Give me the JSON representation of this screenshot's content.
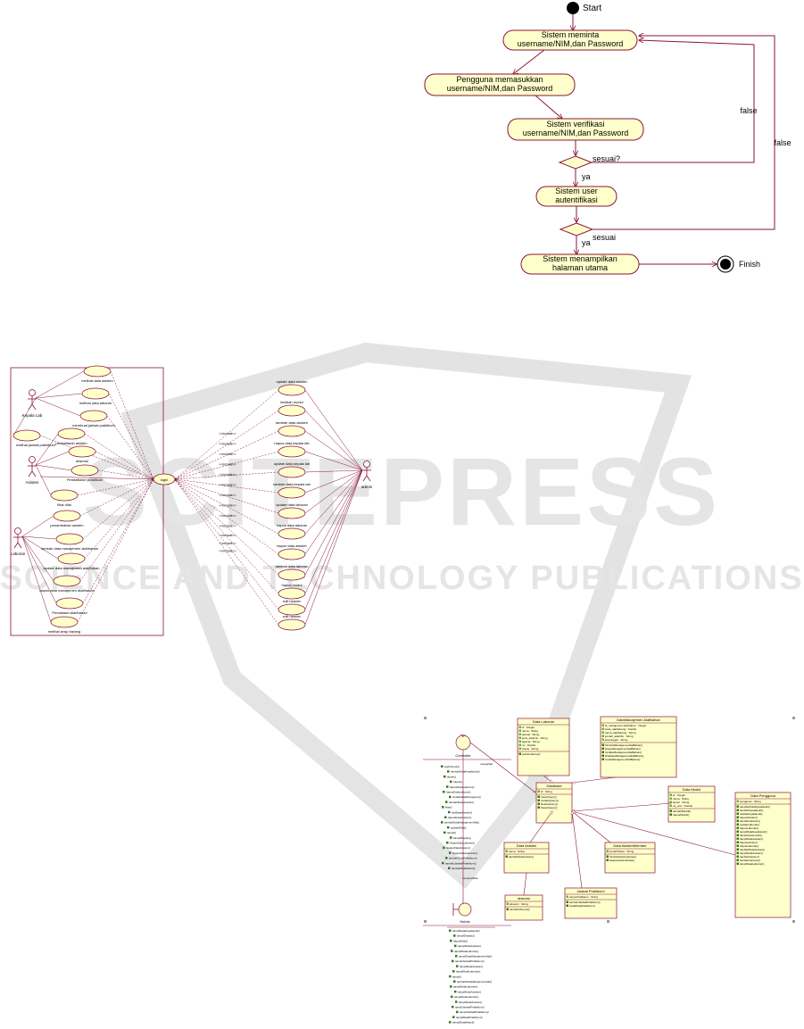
{
  "watermark": {
    "main": "SCITEPRESS",
    "sub": "SCIENCE AND TECHNOLOGY PUBLICATIONS"
  },
  "activity": {
    "start": "Start",
    "finish": "Finish",
    "nodes": [
      "Sistem meminta\nusername/NIM,dan Password",
      "Pengguna memasukkan\nusername/NIM,dan Password",
      "Sistem verifikasi\nusername/NIM,dan Password",
      "Sistem user\nautentifikasi",
      "Sistem menampilkan\nhalaman utama"
    ],
    "decision1": "sesuai?",
    "decision2": "sesuai",
    "yes1": "ya",
    "yes2": "ya",
    "false1": "false",
    "false2": "false"
  },
  "usecase": {
    "actors": [
      "Kepala Lab",
      "Asisten",
      "Laboran",
      "admin"
    ],
    "center": "login",
    "left_cases": [
      "melihat data asisten",
      "melihat data laboran",
      "membuat jadwal praktikum",
      "melihat jadwal praktikum",
      "pendaftaran asisten",
      "absensi",
      "Pendaftaran praktikum",
      "lihat nilai",
      "penambahan asisten",
      "tambah data manajemen alat/bahan",
      "update data manajemen alat/bahan",
      "hapus data manajemen alat/bahan",
      "Pendataan Alat/bahan",
      "melihat arsip barang"
    ],
    "right_cases": [
      "update data asisten",
      "tambah modul",
      "tambah data asisten",
      "hapus data kepala lab",
      "update data kepala lab",
      "tambah data kepala lab",
      "update data laboran",
      "hapus data laboran",
      "hapus data asisten",
      "tambah data laboran",
      "hapus modul",
      "edit header",
      "edit header"
    ],
    "stereotype": "<<include>>"
  },
  "classdiagram": {
    "classes": [
      {
        "name": "Data Laboran",
        "attrs": [
          "id : Integer",
          "nama : String",
          "alamat : String",
          "jenis_kelamin : String",
          "agama : String",
          "no : Double",
          "status : String"
        ],
        "ops": [
          "setAsLaboran()"
        ]
      },
      {
        "name": "DataManajemen AlatBahan",
        "attrs": [
          "id_manajemen alat/bahan : Integer",
          "kode_alat/barang : Double",
          "nama_alat/barang : String",
          "jumlah_alat/bhn : String",
          "keterangan : String"
        ],
        "ops": [
          "TambahManajemenAlatBahan()",
          "HapusManajemenAlatBahan()",
          "UpdateManajemenAlatBahan()",
          "lihatDataManajemenAlatBahan()",
          "CetakManajemenAlatBahan()"
        ]
      },
      {
        "name": "Database",
        "attrs": [
          "id : String"
        ],
        "ops": [
          "InsertQuery()",
          "UpdateQuery()",
          "DeleteQuery()",
          "SelectQuery()"
        ]
      },
      {
        "name": "Data Modul",
        "attrs": [
          "id : Integer",
          "nama : String",
          "layout : String",
          "no_urut : Double"
        ],
        "ops": [
          "tambahModul()",
          "hapusModul()"
        ]
      },
      {
        "name": "Data Asisten",
        "attrs": [
          "nama : String"
        ],
        "ops": [
          "tambahDataAsisten()"
        ]
      },
      {
        "name": "Data AsistenMember",
        "attrs": [
          "jumlahSiswa : String"
        ],
        "ops": [
          "TambahAsistenKelas()",
          "HapusAsistenKelas()"
        ]
      },
      {
        "name": "absensi",
        "attrs": [
          "absensi : String"
        ],
        "ops": [
          "tambahAbsensi()"
        ]
      },
      {
        "name": "Jadwal Praktikum",
        "attrs": [
          "nama Praktikum : String"
        ],
        "ops": [
          "tambahJadwalPraktikum()",
          "cetakDataPraktikum()"
        ]
      },
      {
        "name": "Data Pengguna",
        "attrs": [
          "pengguna : String"
        ],
        "ops": [
          "tampilanDataKepalaLab()",
          "tambahKepalaLab()",
          "updateKepalaLab()",
          "hapusAsisten()",
          "tambahLaboran()",
          "updateLaboran()",
          "hapusLaboran()",
          "tampilDataKepalaLab()",
          "tampilAsistenLab()",
          "tampilDataAsisten()",
          "hapusAsisten()",
          "hapusLaboran()",
          "tambahDataAsisten()",
          "tampilDataAsisten()",
          "tambahAsisten()",
          "tambahLaboran()",
          "tampilDataLaboran()"
        ]
      }
    ],
    "controller": "Controller",
    "kelola": "Kelola",
    "mengelola": "mengelola",
    "menampilkan": "menampilkan",
    "controller_ops": [
      "loginCheck()",
      "tambahDataKepalaLab()",
      "absen()",
      "hapus()",
      "hapusDataLaboran()",
      "hapusDataLaboran()",
      "UpdateDataPengguna()",
      "tambahDataAsisten()",
      "lihat()",
      "editDataAsisten()",
      "hapusDataAsisten()",
      "tambahDataManajemenAlat()",
      "updateData()",
      "tampil()",
      "tampilDisplay()",
      "HapusDataLaboran()",
      "HapusDataAsisten()",
      "HapusDataLaboran()",
      "tambahDataPraktikum()",
      "tambahJadwalPraktikum()",
      "tambahDataModul()"
    ],
    "kelola_ops": [
      "tampilDataKepalaLab()",
      "tampilDisplay()",
      "hapusNilai()",
      "tampilDataAsisten()",
      "tampilDataLaboran()",
      "tampilDataManajemenAlat()",
      "tampilJadwalPraktikum()",
      "tampilDataAsisten()",
      "tampilDataLaboran()",
      "tampil()",
      "tambahDataManajemenAlat()",
      "tampilDataLaboran()",
      "tampilDataAsisten()",
      "tampilDataLaboran()",
      "tampilDataAsisten()",
      "tampilJadwalPraktikum()",
      "tampilJadwalPraktikum()",
      "tampilDataPraktikum()",
      "tampilDataModul()"
    ]
  }
}
